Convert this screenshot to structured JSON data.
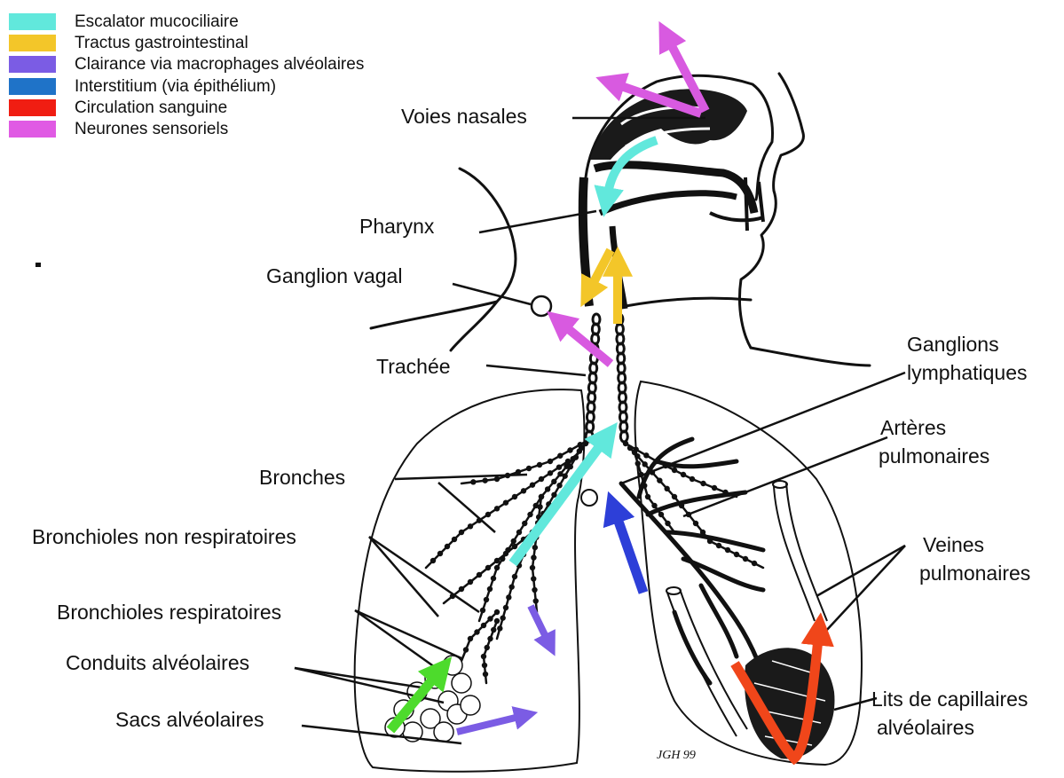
{
  "legend": [
    {
      "label": "Escalator mucociliaire",
      "color": "#61e8dc"
    },
    {
      "label": "Tractus gastrointestinal",
      "color": "#f3c629"
    },
    {
      "label": "Clairance via macrophages alvéolaires",
      "color": "#7b5ce4"
    },
    {
      "label": "Interstitium (via épithélium)",
      "color": "#1f73c8"
    },
    {
      "label": "Circulation sanguine",
      "color": "#f01d12"
    },
    {
      "label": "Neurones sensoriels",
      "color": "#e05ae4"
    }
  ],
  "labels": {
    "voies_nasales": "Voies nasales",
    "pharynx": "Pharynx",
    "ganglion_vagal": "Ganglion vagal",
    "trachee": "Trachée",
    "bronches": "Bronches",
    "bronchioles_non_respiratoires": "Bronchioles non respiratoires",
    "bronchioles_respiratoires": "Bronchioles respiratoires",
    "conduits_alveolaires": "Conduits alvéolaires",
    "sacs_alveolaires": "Sacs alvéolaires",
    "ganglions_lymphatiques": [
      "Ganglions",
      "lymphatiques"
    ],
    "arteres_pulmonaires": [
      "Artères",
      "pulmonaires"
    ],
    "veines_pulmonaires": [
      "Veines",
      "pulmonaires"
    ],
    "lits_capillaires": [
      "Lits de capillaires",
      "alvéolaires"
    ]
  },
  "arrow_colors": {
    "mucociliary": "#61e8dc",
    "gastro": "#f3c629",
    "macrophage": "#7b5ce4",
    "interstitium": "#2d3fd8",
    "blood": "#f0461a",
    "sensory": "#d85ae0",
    "green": "#4ddb2c"
  },
  "signature": "JGH 99"
}
